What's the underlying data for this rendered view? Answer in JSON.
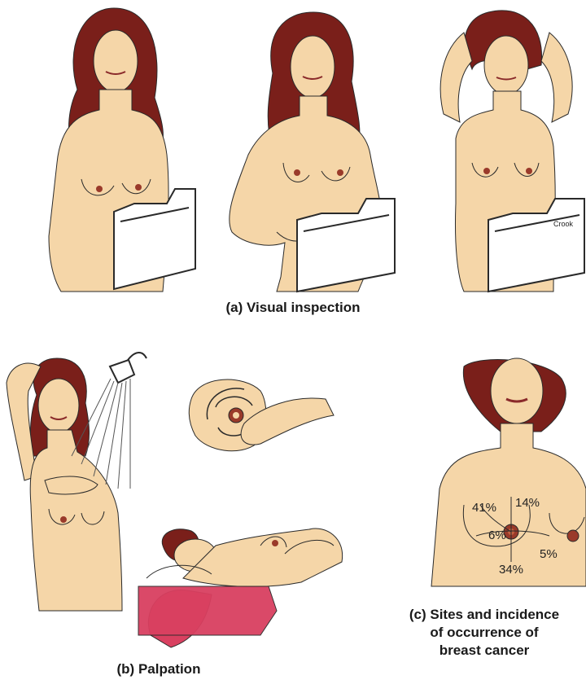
{
  "captions": {
    "visual_inspection": "(a) Visual inspection",
    "palpation": "(b) Palpation",
    "sites_line1": "(c) Sites and incidence",
    "sites_line2": "of occurrence of",
    "sites_line3": "breast cancer"
  },
  "incidence_sites": [
    {
      "label": "41%",
      "region": "upper-outer"
    },
    {
      "label": "14%",
      "region": "upper-inner"
    },
    {
      "label": "6%",
      "region": "central"
    },
    {
      "label": "5%",
      "region": "lower-inner"
    },
    {
      "label": "34%",
      "region": "lower-outer"
    }
  ],
  "signature": "Crook",
  "colors": {
    "skin": "#f5d6a8",
    "hair": "#7a1f1a",
    "nipple": "#9a3a2a",
    "outline": "#2a2a2a",
    "towel": "#d94060"
  }
}
